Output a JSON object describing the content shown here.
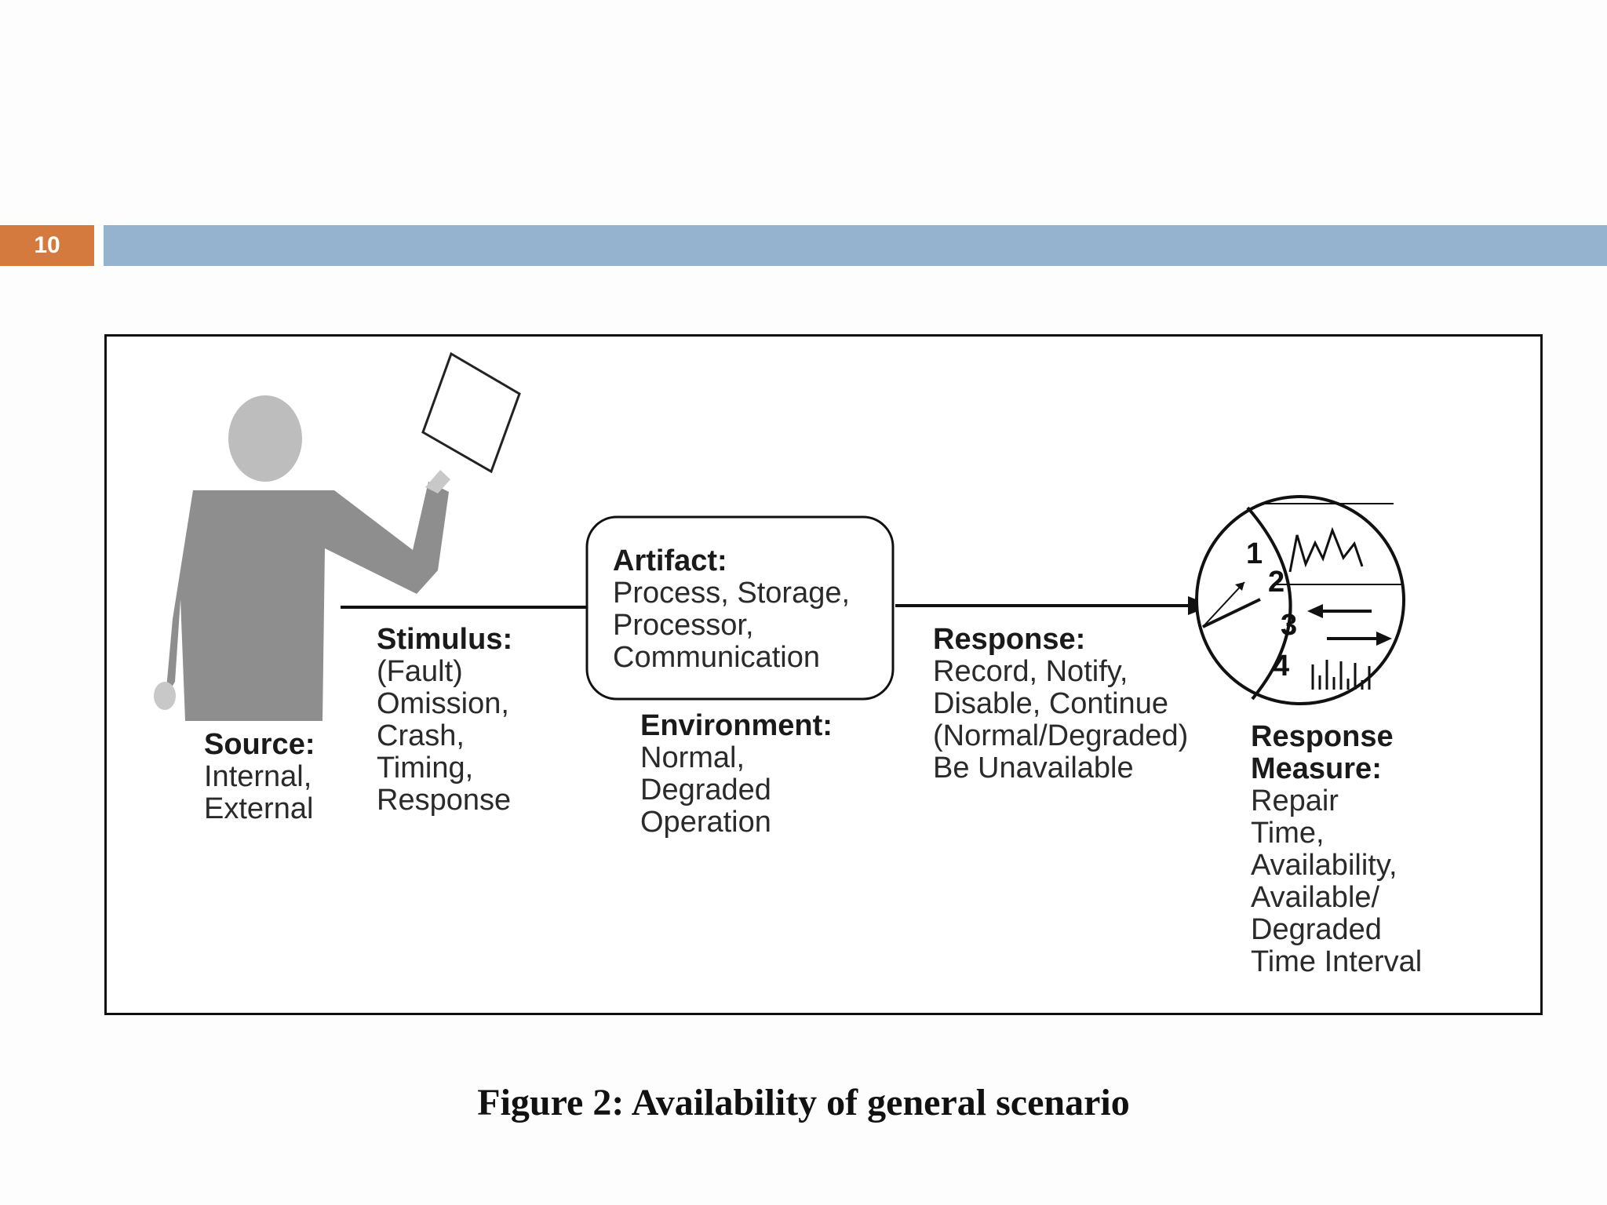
{
  "slide": {
    "number": "10",
    "accent": "#d57a3f",
    "bar_color": "#95b3cf"
  },
  "diagram": {
    "source": {
      "heading": "Source:",
      "lines": [
        "Internal,",
        "External"
      ]
    },
    "stimulus": {
      "heading": "Stimulus:",
      "lines": [
        "(Fault)",
        "Omission,",
        "Crash,",
        "Timing,",
        "Response"
      ]
    },
    "artifact": {
      "heading": "Artifact:",
      "lines": [
        "Process, Storage,",
        "Processor,",
        "Communication"
      ]
    },
    "environment": {
      "heading": "Environment:",
      "lines": [
        "Normal,",
        "Degraded",
        "Operation"
      ]
    },
    "response": {
      "heading": "Response:",
      "lines": [
        "Record, Notify,",
        "Disable, Continue",
        "(Normal/Degraded)",
        "Be Unavailable"
      ]
    },
    "response_measure": {
      "heading": "Response",
      "heading2": "Measure:",
      "lines": [
        "Repair",
        "Time,",
        "Availability,",
        "Available/",
        "Degraded",
        "Time Interval"
      ]
    },
    "dial_numbers": [
      "1",
      "2",
      "3",
      "4"
    ],
    "icons": [
      "person-icon",
      "document-icon",
      "measurement-dial-icon"
    ]
  },
  "caption": "Figure 2: Availability of general scenario"
}
